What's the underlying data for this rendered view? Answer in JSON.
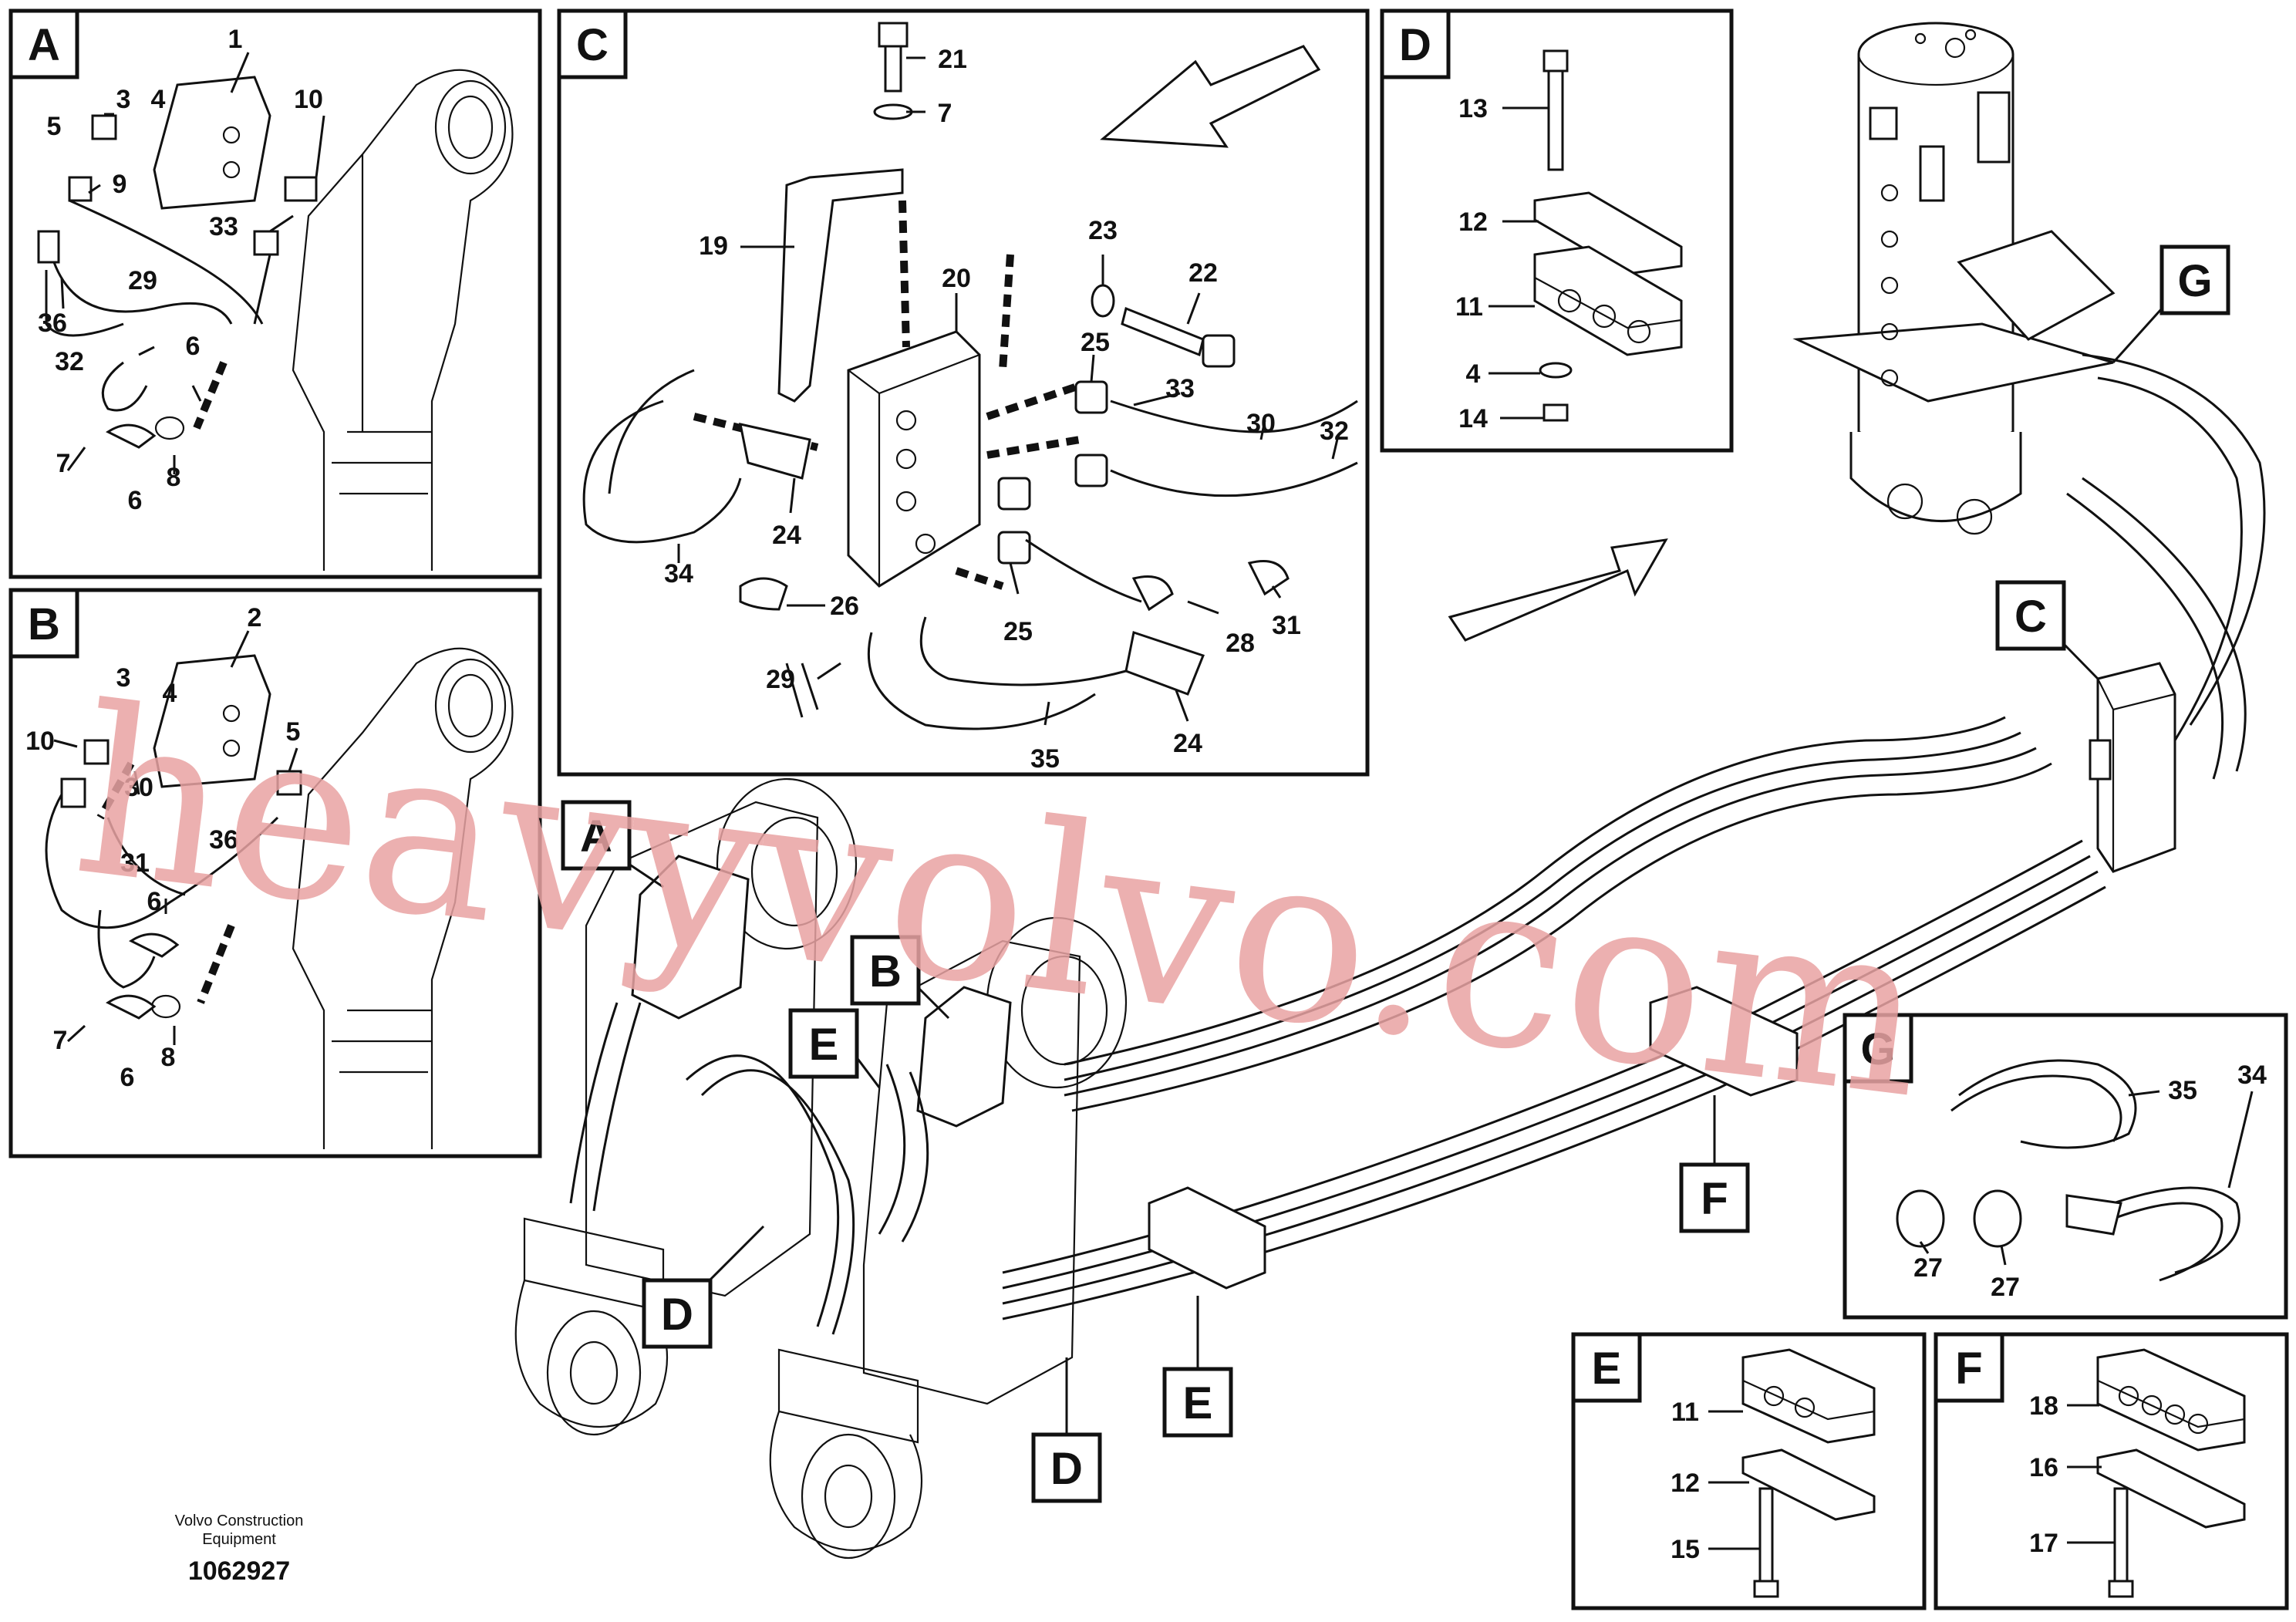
{
  "footer": {
    "company": "Volvo Construction",
    "company_line2": "Equipment",
    "doc_number": "1062927"
  },
  "watermark": "heavyvolvo.com",
  "panels": {
    "A": {
      "letter": "A",
      "labels": [
        "1",
        "3",
        "4",
        "5",
        "10",
        "9",
        "33",
        "29",
        "36",
        "32",
        "6",
        "7",
        "8",
        "6"
      ]
    },
    "B": {
      "letter": "B",
      "labels": [
        "2",
        "3",
        "4",
        "10",
        "5",
        "30",
        "31",
        "36",
        "6",
        "7",
        "8",
        "6"
      ]
    },
    "C": {
      "letter": "C",
      "labels": [
        "21",
        "7",
        "19",
        "20",
        "23",
        "22",
        "25",
        "33",
        "30",
        "32",
        "24",
        "34",
        "26",
        "25",
        "28",
        "31",
        "29",
        "35",
        "24"
      ]
    },
    "D": {
      "letter": "D",
      "labels": [
        "13",
        "12",
        "11",
        "4",
        "14"
      ]
    },
    "G_inset": {
      "letter": "G",
      "labels": [
        "35",
        "34",
        "27",
        "27"
      ]
    },
    "E_inset": {
      "letter": "E",
      "labels": [
        "11",
        "12",
        "15"
      ]
    },
    "F_inset": {
      "letter": "F",
      "labels": [
        "18",
        "16",
        "17"
      ]
    }
  },
  "main_callouts": {
    "A": "A",
    "B": "B",
    "C": "C",
    "D1": "D",
    "D2": "D",
    "E1": "E",
    "E2": "E",
    "F": "F",
    "G": "G"
  }
}
